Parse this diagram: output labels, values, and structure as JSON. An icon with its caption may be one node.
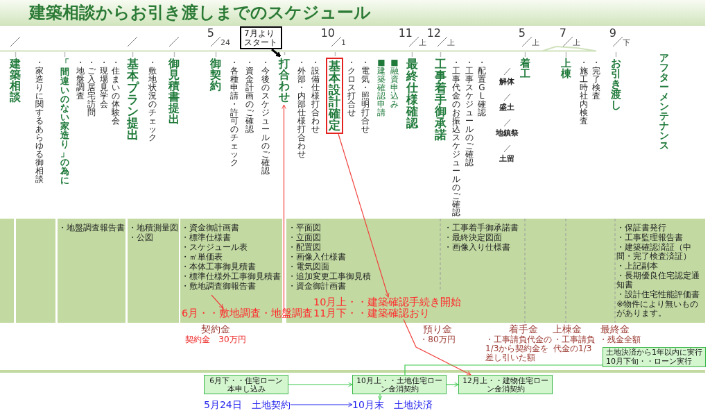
{
  "diagram": {
    "title": "建築相談からお引き渡しまでのスケジュール",
    "nodes": [
      {
        "text": [
          "7月よりスタート"
        ]
      },
      {
        "text": [
          "打合わせ"
        ]
      },
      {
        "text": [
          "基本設計確定"
        ],
        "beside": [
          "10",
          "1"
        ]
      },
      {
        "text": [],
        "shape": "box"
      },
      {
        "text": [],
        "shape": "box"
      },
      {
        "text": [
          "・地盤調査報告書"
        ]
      },
      {
        "text": [
          "・地積測量図",
          "・公図"
        ]
      },
      {
        "text": [
          "・資金御計画書",
          "・標準仕様書",
          "・スケジュール表",
          "・㎡単価表",
          "・本体工事御見積書",
          "・標準仕様外工事御見積書",
          "・敷地調査御報告書"
        ]
      },
      {
        "text": [
          "・平面図",
          "・立面図",
          "・配置図",
          "・画像入仕様書",
          "・電気図面",
          "・追加変更工事御見積",
          "・資金御計画書",
          "・工事着手御承諾書",
          "・最終決定図面",
          "・画像入り仕様書",
          "・保証書発行",
          "・工事監理報告書",
          "・建築確認済証（中間・完了検査済証）",
          "・上記副本",
          "・長期優良住宅認定通知書",
          "・設計住宅性能評価書",
          "※物件により無いものがあります。"
        ]
      },
      {
        "text": [
          "6月・・敷地調査・地盤調査"
        ]
      },
      {
        "text": [
          "10月上・・建築確認手続き開始"
        ],
        "in": 8
      },
      {
        "text": [
          "11月下・・建築確認おり"
        ],
        "in": 8
      },
      {
        "text": [
          "土地決済から1年以内に実行",
          "10月下旬・・ローン実行"
        ]
      },
      {
        "text": [
          "6月下・・住宅ローン本申し込み"
        ]
      },
      {
        "text": [
          "10月上・・土地住宅ローン金消契約"
        ]
      },
      {
        "text": [
          "12月上・・建物住宅ローン金消契約"
        ]
      },
      {
        "text": [
          "5月24日　土地契約"
        ]
      },
      {
        "text": [
          "10月末　土地決済"
        ]
      }
    ],
    "edges": [
      {
        "from": 0,
        "to": 1,
        "arrow": "to",
        "style": "thick",
        "color": "#000000"
      },
      {
        "from": 9,
        "to": 1,
        "arrow": "to"
      },
      {
        "from": 7,
        "to": 9,
        "arrow": "to"
      },
      {
        "from": 2,
        "to": 10,
        "arrow": "to"
      },
      {
        "from": 11,
        "to": 15,
        "arrow": "to"
      },
      {
        "from": 13,
        "to": 14,
        "arrow": "to",
        "color": "#3cc84a"
      },
      {
        "from": 14,
        "to": 15,
        "arrow": "to",
        "color": "#3cc84a"
      },
      {
        "from": 14,
        "to": 17,
        "arrow": "to",
        "color": "#3cc84a"
      },
      {
        "from": 14,
        "to": 12,
        "arrow": "none",
        "color": "#3cc84a"
      },
      {
        "from": 16,
        "to": 17,
        "arrow": "to",
        "color": "#2424ee"
      }
    ],
    "labels": [
      "5",
      "24",
      "11",
      "上",
      "12",
      "上",
      "5",
      "上",
      "7",
      "上",
      "9",
      "下",
      "建築相談",
      "・家造りに関するあらゆる御相談",
      "「間違いのない家造り」の為に",
      "・地盤調査",
      "・ご入居宅訪問",
      "・現場見学会",
      "・住まいの体験会",
      "基本プラン提出",
      "・敷地状況のチェック",
      "御見積書提出",
      "御契約",
      "・各種申請・許可のチェック",
      "・資金計画のご確認",
      "・今後のスケジュールのご確認",
      "・外部・内部仕様打合わせ",
      "・設備仕様打合わせ",
      "・クロス打合せ",
      "・電気・照明打合せ",
      "■建築確認申請",
      "■融資申込み",
      "最終仕様確認",
      "工事着手御承諾",
      "・工事代金のお振込スケジュールのご確認",
      "・工事スケジュールのご確認",
      "・配置GL確認",
      "解体",
      "盛土",
      "地鎮祭",
      "土留",
      "着工",
      "上棟",
      "・施工時社内検査",
      "・完了検査",
      "お引き渡し",
      "アフターメンテナンス",
      "契約金",
      "契約金　30万円",
      "預り金",
      "・80万円",
      "着手金",
      "・工事請負代金の1/3から契約金を差し引いた額",
      "上棟金",
      "・工事請負代金の1/3",
      "最終金",
      "・残金全額"
    ]
  }
}
